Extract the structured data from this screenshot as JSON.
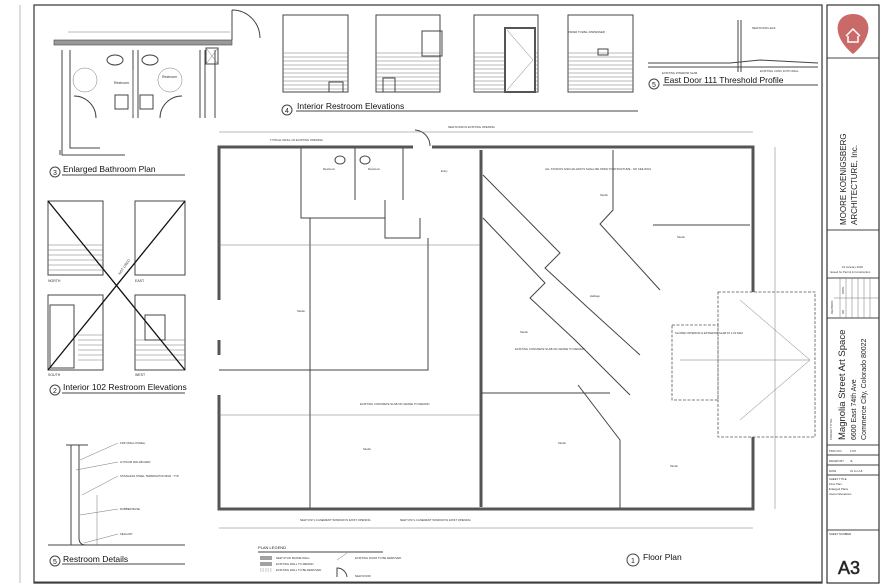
{
  "views": {
    "bathroom_plan": {
      "number": "3",
      "title": "Enlarged Bathroom Plan",
      "room_label": "Restroom"
    },
    "elev_102": {
      "number": "2",
      "title": "Interior 102 Restroom Elevations",
      "north": "NORTH",
      "east": "EAST",
      "south": "SOUTH",
      "west": "WEST",
      "not_used": "NOT USED"
    },
    "details": {
      "number": "5",
      "title": "Restroom Details",
      "callouts": [
        "FRP (WALL PANEL)",
        "GYPSUM WALLBOARD",
        "STAINLESS STEEL TERMINATION BAR - TYP",
        "RUBBER BASE",
        "SEALANT"
      ]
    },
    "restroom_elev": {
      "number": "4",
      "title": "Interior Restroom Elevations",
      "callout": "PAPER TOWEL DISPENSER"
    },
    "threshold": {
      "number": "5",
      "title": "East Door 111 Threshold Profile",
      "callouts": [
        "NEW DOOR LEAF",
        "EXISTING INTERIOR SLAB",
        "EXISTING CONC FOTN WALL"
      ]
    },
    "floor_plan": {
      "number": "1",
      "title": "Floor Plan",
      "notes": {
        "infill": "TYPICAL INFILL OF EXISTING OPENING",
        "new_door": "NEW DOOR IN EXISTING OPENING",
        "open_structure": "ALL STUDIOS AND HALLWAYS SHALL BE OPEN TO STRUCTURE - NO CEILINGS",
        "slab": "EXISTING CONCRETE SLAB ON GRADE TO REMAIN",
        "slab2": "EXISTING CONCRETE SLAB ON GRADE TO REMAIN",
        "window1": "NEW VINYL CASEMENT WINDOW IN EXIST OPENING",
        "window2": "NEW VINYL CASEMENT WINDOW IN EXIST OPENING",
        "slope": "SLOPED INTERIOR & EXTERIOR SLAB AT 1:20 MAX"
      },
      "rooms": {
        "studio": "Studio",
        "hallway": "Hallway",
        "restroom": "Restroom",
        "entry": "Entry"
      }
    }
  },
  "legend": {
    "title": "PLAN LEGEND",
    "items": [
      "NEW STUD FRAME WALL",
      "EXISTING WALL TO REMAIN",
      "EXISTING WALL TO BE REMOVED"
    ],
    "doors": [
      "EXISTING DOOR TO BE REMOVED",
      "NEW DOOR"
    ]
  },
  "title_block": {
    "firm_line1": "MOORE KOENIGSBERG",
    "firm_line2": "ARCHITECTURE, Inc.",
    "issue_date": "19 January 2018",
    "issue_note": "Issued for Permit & Construction",
    "revision_header": "REVISION",
    "rev_no": "NO",
    "rev_date": "DATE",
    "project_title_label": "PROJECT TITLE",
    "project_name": "Magnolia Street Art Space",
    "address1": "6600 East 74th Ave",
    "address2": "Commerce City, Colorado 80022",
    "project_no_label": "PROJ NO.",
    "project_no": "1707",
    "drawn_by_label": "DRAWN BY",
    "drawn_by": "JL",
    "date_label": "DATE",
    "date": "01 Jun 18",
    "sheet_title_label": "SHEET TITLE",
    "sheet_title": [
      "Floor Plan",
      "Enlarged Plans",
      "Interior Elevations"
    ],
    "sheet_number_label": "SHEET NUMBER",
    "sheet_number": "A3",
    "logo_color": "#c0504d"
  }
}
